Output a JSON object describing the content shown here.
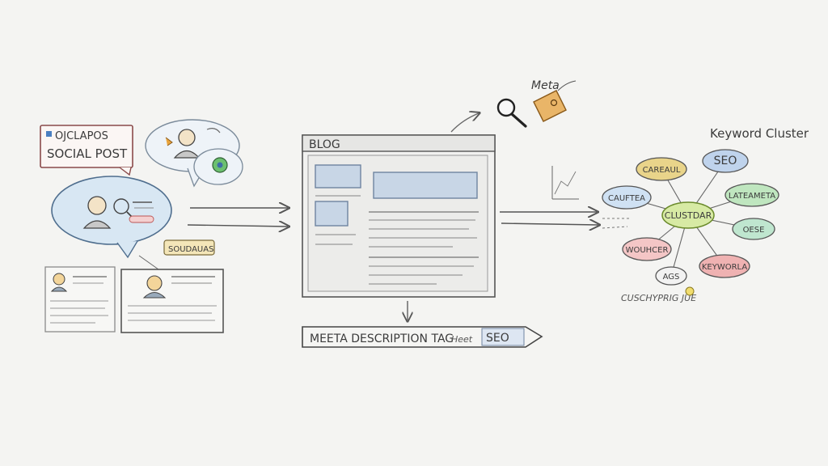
{
  "social": {
    "brand_text": "OJCLAPOS",
    "title": "SOCIAL POST",
    "badge": "SOUDAUAS"
  },
  "blog": {
    "title": "BLOG"
  },
  "meta": {
    "label": "Meta",
    "description_tag": "MEETA DESCRIPTION TAG",
    "description_extra": "Heet",
    "seo_label": "SEO"
  },
  "cluster": {
    "title": "Keyword Cluster",
    "center": "CLUSTDAR",
    "nodes": [
      {
        "label": "CAREAUL",
        "color": "#e9d48a"
      },
      {
        "label": "SEO",
        "color": "#bfd3ec"
      },
      {
        "label": "CAUFTEA",
        "color": "#cfe1f3"
      },
      {
        "label": "LATEAMETA",
        "color": "#bfe6bf"
      },
      {
        "label": "OESE",
        "color": "#bfe6cf"
      },
      {
        "label": "WOUHCER",
        "color": "#f4c6c6"
      },
      {
        "label": "KEYWORLA",
        "color": "#efb2b2"
      },
      {
        "label": "AGS",
        "color": "#f2f2f2"
      }
    ],
    "caption": "CUSCHYPRIG JUE"
  }
}
